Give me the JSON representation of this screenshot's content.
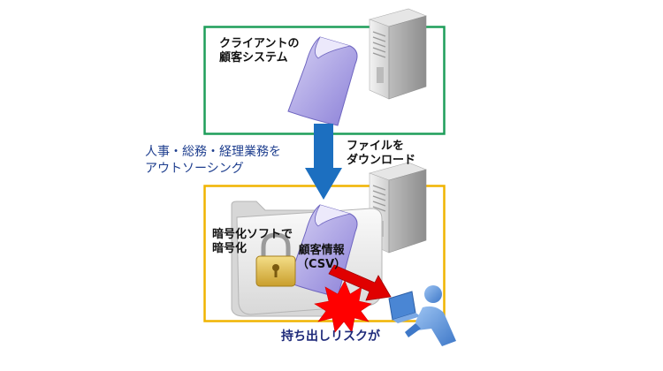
{
  "system_label": [
    "クライアントの",
    "顧客システム"
  ],
  "download_label": [
    "ファイルを",
    "ダウンロード"
  ],
  "outsourcing_label": [
    "人事・総務・経理業務を",
    "アウトソーシング"
  ],
  "encrypt_label": [
    "暗号化ソフトで",
    "暗号化"
  ],
  "file_label": [
    "顧客情報",
    "（CSV）"
  ],
  "risk_label": "持ち出しリスクが",
  "colors": {
    "client_border": "#1e9e5a",
    "outsource_border": "#f0b400",
    "download_arrow": "#1c6fc0",
    "risk_arrow": "#e00000",
    "blue_text": "#1f3f8f",
    "navy_text": "#1e2a7a"
  },
  "icons": [
    "server-icon",
    "document-icon",
    "folder-icon",
    "padlock-icon",
    "explosion-icon",
    "person-at-computer-icon"
  ]
}
